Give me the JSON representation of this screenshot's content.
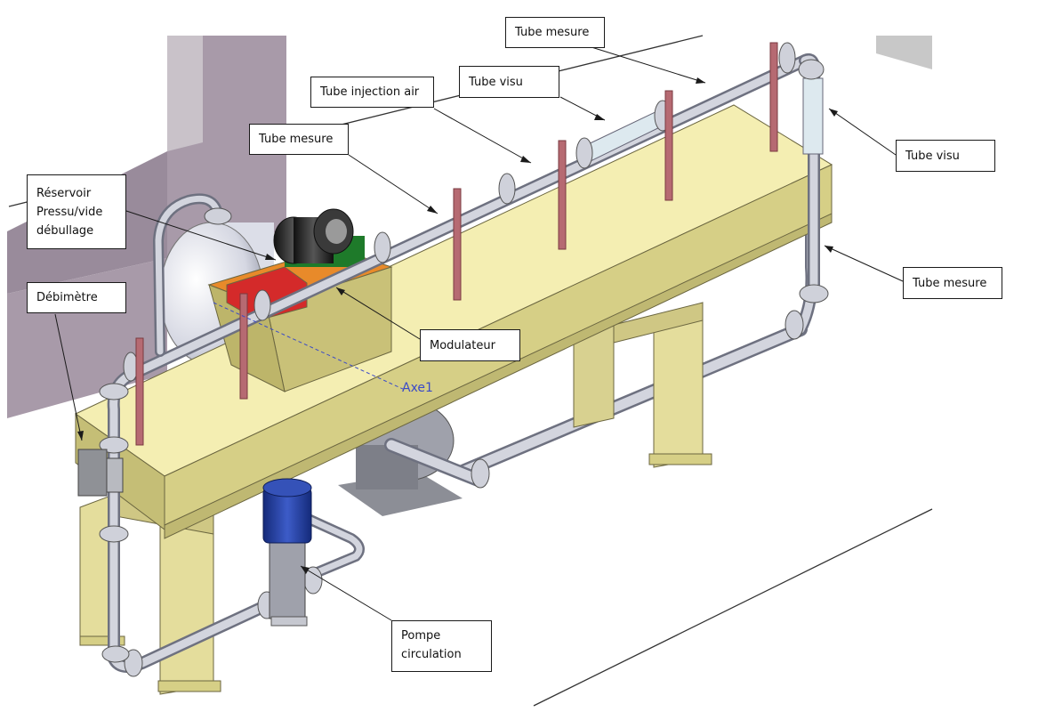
{
  "labels": {
    "tube_mesure_top": "Tube mesure",
    "tube_visu_top": "Tube visu",
    "tube_injection_air": "Tube injection air",
    "tube_mesure_mid": "Tube mesure",
    "reservoir_line1": "Réservoir",
    "reservoir_line2": "Pressu/vide",
    "reservoir_line3": "débullage",
    "debimetre": "Débimètre",
    "tube_visu_right": "Tube visu",
    "tube_mesure_right": "Tube mesure",
    "modulateur": "Modulateur",
    "pompe_line1": "Pompe",
    "pompe_line2": "circulation",
    "axe": "Axe1"
  },
  "colors": {
    "wall": "#a89aa9",
    "wall_dark": "#7b6f7d",
    "beam_top": "#f4eeb2",
    "beam_side": "#d6cf86",
    "legs": "#e4dd9c",
    "pipe": "#c9cbd6",
    "post": "#b66a72",
    "motor": "#2c2c2c",
    "modulator_red": "#d42a2a",
    "modulator_orange": "#e88a2a",
    "pump_blue": "#1f3a9e",
    "tank": "#e8eaf2"
  }
}
